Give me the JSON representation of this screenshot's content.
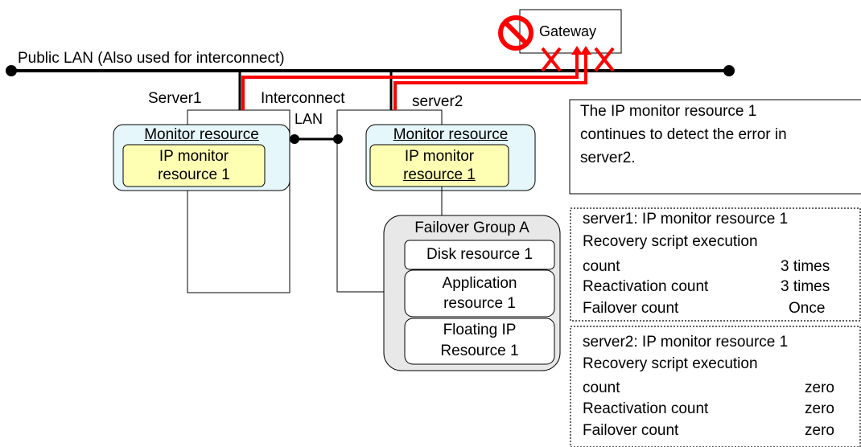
{
  "network": {
    "public_lan_label": "Public LAN (Also used for interconnect)",
    "interconnect_label_line1": "Interconnect",
    "interconnect_label_line2": "LAN",
    "gateway_label": "Gateway",
    "error_color": "#ff0000",
    "prohibited_icon": "prohibited-icon",
    "failure_mark_icon": "x-mark-icon"
  },
  "server1": {
    "label": "Server1",
    "monitor_title": "Monitor resource",
    "ip_monitor_line1": "IP monitor",
    "ip_monitor_line2": "resource 1"
  },
  "server2": {
    "label": "server2",
    "monitor_title": "Monitor resource",
    "ip_monitor_line1": "IP monitor",
    "ip_monitor_line2": "resource 1"
  },
  "failover_group": {
    "title": "Failover Group A",
    "disk_resource": "Disk resource 1",
    "application_line1": "Application",
    "application_line2": "resource 1",
    "floating_ip_line1": "Floating IP",
    "floating_ip_line2": "Resource 1"
  },
  "note": {
    "line1": "The IP monitor resource 1",
    "line2": "continues to detect the error in",
    "line3": "server2."
  },
  "server1_counts": {
    "header": "server1: IP monitor resource 1",
    "recovery_label_line1": "Recovery script execution",
    "recovery_label_line2": "count",
    "recovery_value": "3 times",
    "reactivation_label": "Reactivation count",
    "reactivation_value": "3 times",
    "failover_label": "Failover count",
    "failover_value": "Once"
  },
  "server2_counts": {
    "header": "server2: IP monitor resource 1",
    "recovery_label_line1": "Recovery script execution",
    "recovery_label_line2": "count",
    "recovery_value": "zero",
    "reactivation_label": "Reactivation count",
    "reactivation_value": "zero",
    "failover_label": "Failover count",
    "failover_value": "zero"
  },
  "colors": {
    "monitor_fill": "#e6f7fb",
    "ip_monitor_fill": "#ffffb3",
    "group_fill": "#e8e8e8",
    "error_path": "#ff0000"
  }
}
